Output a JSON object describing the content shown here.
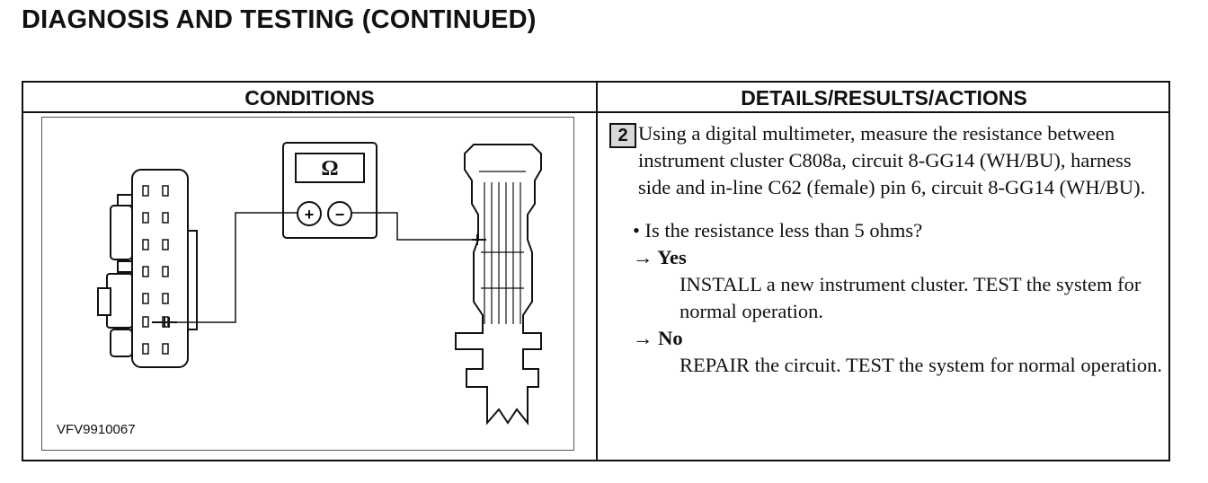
{
  "header": {
    "title": "DIAGNOSIS AND TESTING (CONTINUED)"
  },
  "table": {
    "conditions_header": "CONDITIONS",
    "details_header": "DETAILS/RESULTS/ACTIONS"
  },
  "figure": {
    "id": "VFV9910067",
    "meter_symbol": "Ω",
    "plus_symbol": "+",
    "minus_symbol": "−"
  },
  "step": {
    "number": "2",
    "instruction": "Using a digital multimeter, measure the resistance between instrument cluster C808a, circuit 8-GG14 (WH/BU), harness side and in-line C62 (female) pin 6, circuit 8-GG14 (WH/BU).",
    "question": "• Is the resistance less than 5 ohms?",
    "yes_label": "→ Yes",
    "yes_action": "INSTALL a new instrument cluster. TEST the system for normal operation.",
    "no_label": "→ No",
    "no_action": "REPAIR the circuit. TEST the system for normal operation."
  }
}
